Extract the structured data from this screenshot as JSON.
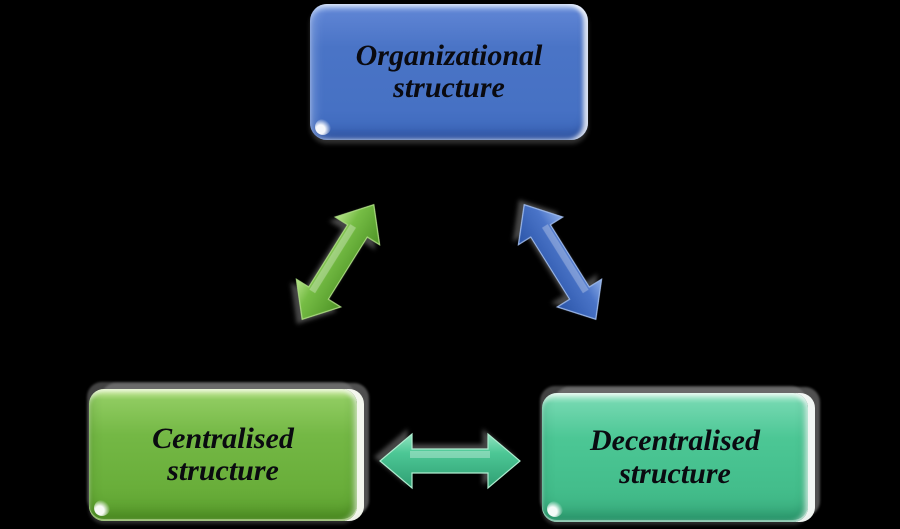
{
  "diagram": {
    "background_color": "#000000",
    "nodes": {
      "organizational": {
        "line1": "Organizational",
        "line2": "structure",
        "fill_color": "#4a74c6",
        "text_color": "#0a0a10"
      },
      "centralised": {
        "line1": "Centralised",
        "line2": "structure",
        "fill_color": "#74b845",
        "text_color": "#0a0a10"
      },
      "decentralised": {
        "line1": "Decentralised",
        "line2": "structure",
        "fill_color": "#4cc795",
        "text_color": "#0a0a10"
      }
    },
    "connectors": [
      {
        "id": "organizational-centralised",
        "type": "double-headed-arrow",
        "color": "#76bd45",
        "from": "Organizational structure",
        "to": "Centralised structure"
      },
      {
        "id": "organizational-decentralised",
        "type": "double-headed-arrow",
        "color": "#4a74c8",
        "from": "Organizational structure",
        "to": "Decentralised structure"
      },
      {
        "id": "centralised-decentralised",
        "type": "double-headed-arrow",
        "color": "#4cc795",
        "from": "Centralised structure",
        "to": "Decentralised structure"
      }
    ]
  }
}
